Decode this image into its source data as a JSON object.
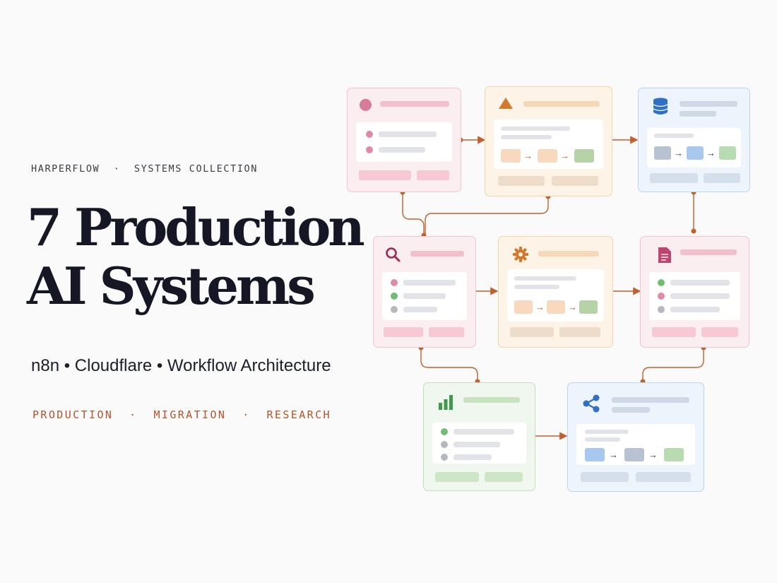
{
  "header": {
    "eyebrow": "HARPERFLOW  ·  SYSTEMS COLLECTION",
    "title_line1": "7 Production",
    "title_line2": "AI Systems",
    "subtitle": "n8n • Cloudflare • Workflow Architecture",
    "tags": "PRODUCTION  ·  MIGRATION  ·  RESEARCH"
  },
  "diagram": {
    "nodes": [
      {
        "id": "n1",
        "icon": "circle-icon",
        "theme": "pink"
      },
      {
        "id": "n2",
        "icon": "warning-triangle-icon",
        "theme": "peach"
      },
      {
        "id": "n3",
        "icon": "database-icon",
        "theme": "blue"
      },
      {
        "id": "n4",
        "icon": "search-icon",
        "theme": "pink"
      },
      {
        "id": "n5",
        "icon": "gear-icon",
        "theme": "peach"
      },
      {
        "id": "n6",
        "icon": "document-icon",
        "theme": "pink"
      },
      {
        "id": "n7",
        "icon": "bar-chart-icon",
        "theme": "green"
      },
      {
        "id": "n8",
        "icon": "share-icon",
        "theme": "blue"
      }
    ],
    "colors": {
      "connector": "#c0602f",
      "pink_accent": "#d87a9a",
      "peach_accent": "#d4782c",
      "blue_accent": "#2f6fc4",
      "green_accent": "#3f9a4f",
      "search_accent": "#a2294f"
    }
  }
}
